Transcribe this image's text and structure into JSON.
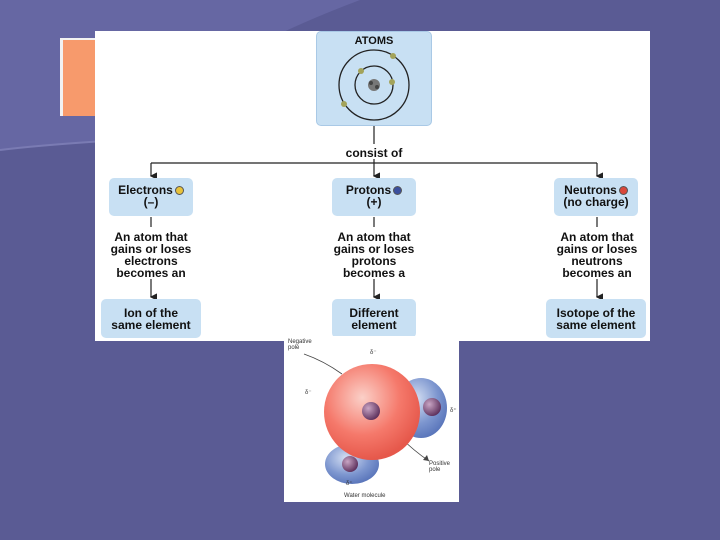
{
  "slide": {
    "title_lines": [
      "Organización",
      "Atómica y",
      "Molecular"
    ],
    "background_color": "#5a5b94",
    "title_box_color": "#f79a6c"
  },
  "concept_map": {
    "root": "ATOMS",
    "relation": "consist of",
    "branches": [
      {
        "particle": "Electrons",
        "charge": "(–)",
        "dot_color": "#e8c23a",
        "connector_lines": [
          "An atom that",
          "gains or loses",
          "electrons",
          "becomes an"
        ],
        "result": [
          "Ion of the",
          "same element"
        ]
      },
      {
        "particle": "Protons",
        "charge": "(+)",
        "dot_color": "#3a4f9e",
        "connector_lines": [
          "An atom that",
          "gains or loses",
          "protons",
          "becomes a"
        ],
        "result": [
          "Different",
          "element"
        ]
      },
      {
        "particle": "Neutrons",
        "charge": "(no charge)",
        "dot_color": "#d9473a",
        "connector_lines": [
          "An atom that",
          "gains or loses",
          "neutrons",
          "becomes an"
        ],
        "result": [
          "Isotope of the",
          "same element"
        ]
      }
    ]
  },
  "water_molecule": {
    "caption": "Water molecule",
    "negative_pole": "Negative pole",
    "positive_pole": "Positive pole",
    "delta_minus": "δ⁻",
    "delta_plus": "δ⁺"
  }
}
